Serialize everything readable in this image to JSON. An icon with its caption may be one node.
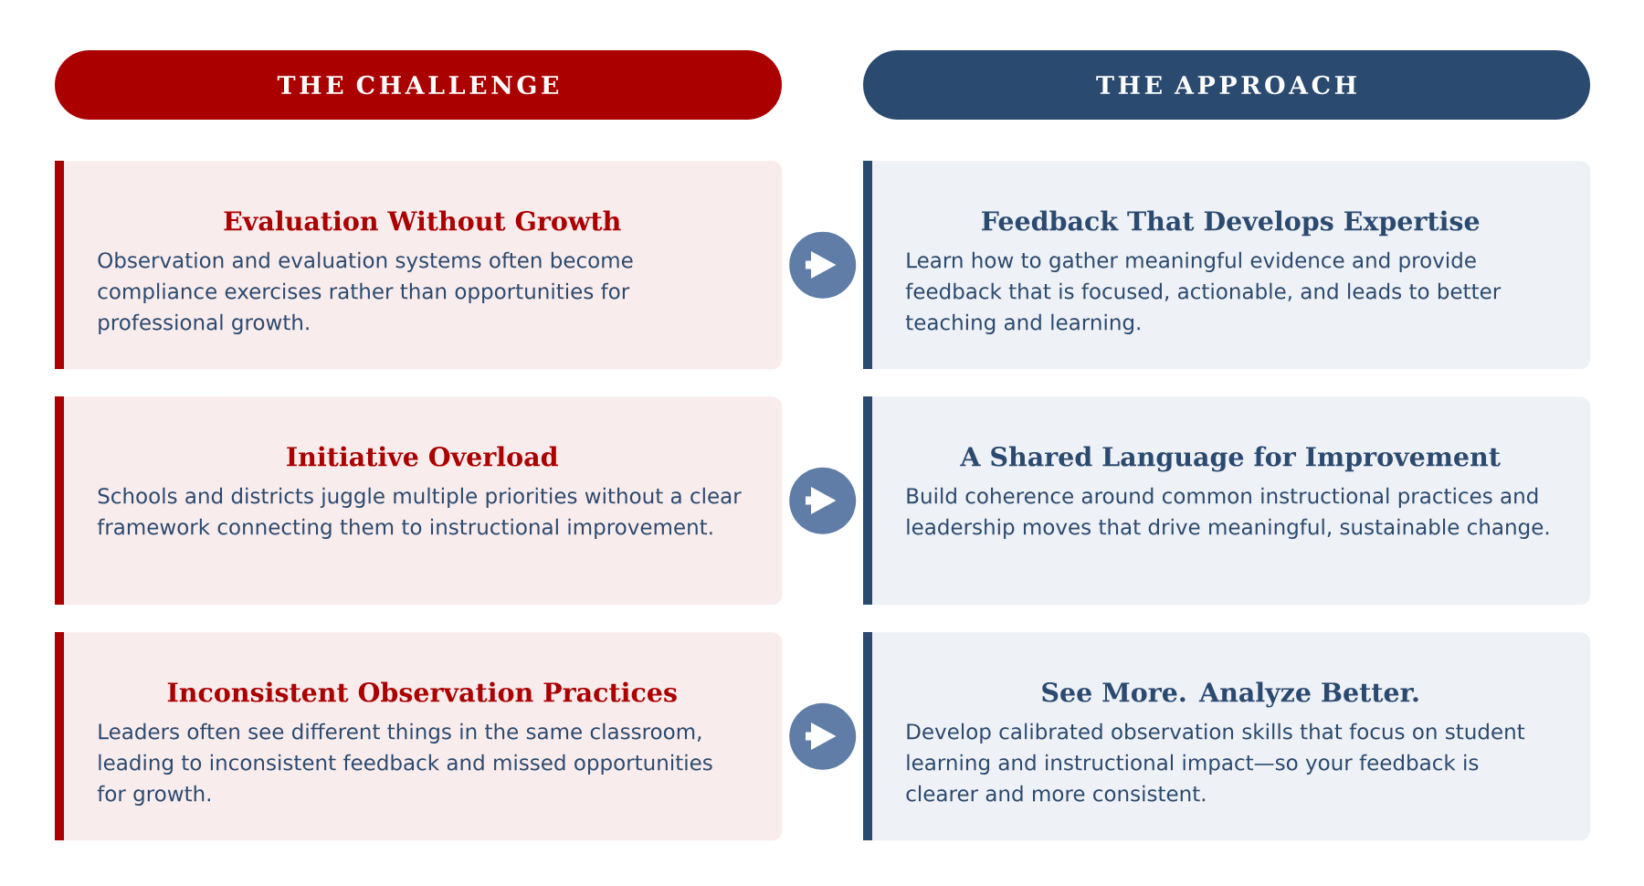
{
  "diagram": {
    "nodes": [
      {
        "text": [
          "THE CHALLENGE"
        ]
      },
      {
        "text": [
          "THE APPROACH"
        ]
      },
      {
        "text": [
          "Evaluation Without Growth",
          "Observation and evaluation systems often become compliance exercises rather than opportunities for professional growth."
        ]
      },
      {
        "text": [
          "Feedback That Develops Expertise",
          "Learn how to gather meaningful evidence and provide feedback that is focused, actionable, and leads to better teaching and learning."
        ]
      },
      {
        "text": [
          "Initiative Overload",
          "Schools and districts juggle multiple priorities without a clear framework connecting them to instructional improvement."
        ]
      },
      {
        "text": [
          "A Shared Language for Improvement",
          "Build coherence around common instructional practices and leadership moves that drive meaningful, sustainable change."
        ]
      },
      {
        "text": [
          "Inconsistent Observation Practices",
          "Leaders often see different things in the same classroom, leading to inconsistent feedback and missed opportunities for growth."
        ]
      },
      {
        "text": [
          "See More. Analyze Better.",
          "Develop calibrated observation skills that focus on student learning and instructional impact—so your feedback is clearer and more consistent."
        ]
      }
    ],
    "edges": [
      {
        "from": 2,
        "to": 3,
        "arrow": "to"
      },
      {
        "from": 4,
        "to": 5,
        "arrow": "to"
      },
      {
        "from": 6,
        "to": 7,
        "arrow": "to"
      }
    ]
  }
}
